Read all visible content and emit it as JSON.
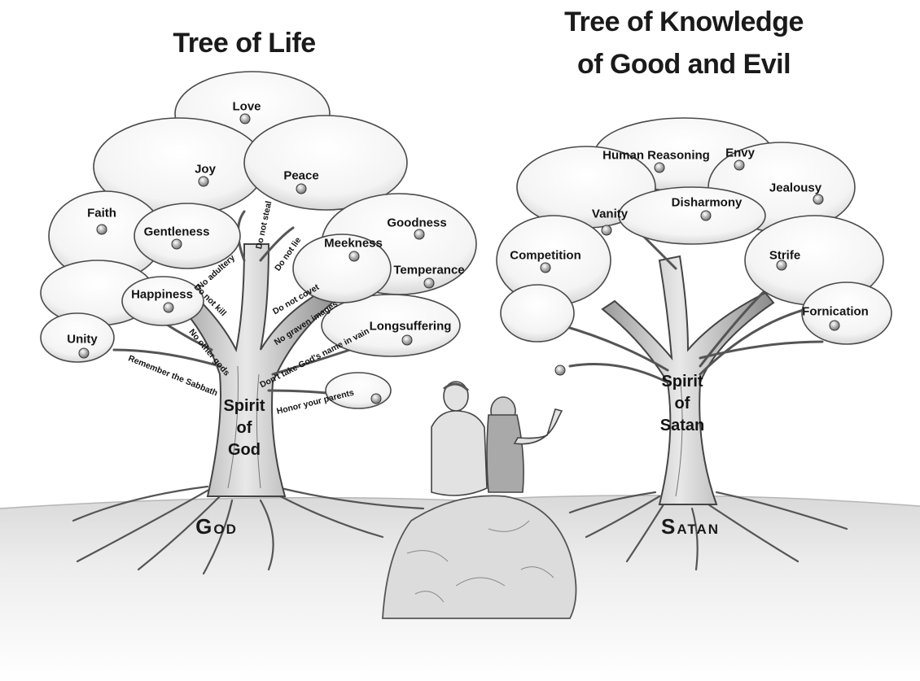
{
  "left_tree": {
    "title": "Tree of Life",
    "fruits": [
      "Love",
      "Joy",
      "Peace",
      "Faith",
      "Gentleness",
      "Goodness",
      "Meekness",
      "Temperance",
      "Happiness",
      "Unity",
      "Longsuffering"
    ],
    "commandments": [
      "Do not steal",
      "Do not lie",
      "No adultery",
      "Do not kill",
      "Do not covet",
      "No graven images",
      "No other gods",
      "Remember the Sabbath",
      "Don't take God's name in vain",
      "Honor your parents"
    ],
    "trunk_label": [
      "Spirit",
      "of",
      "God"
    ],
    "root_label": {
      "initial": "G",
      "rest": "OD"
    }
  },
  "right_tree": {
    "title_line1": "Tree of Knowledge",
    "title_line2": "of Good and Evil",
    "fruits": [
      "Human Reasoning",
      "Envy",
      "Jealousy",
      "Vanity",
      "Disharmony",
      "Competition",
      "Strife",
      "Fornication"
    ],
    "trunk_label": [
      "Spirit",
      "of",
      "Satan"
    ],
    "root_label": {
      "initial": "S",
      "rest": "ATAN"
    }
  }
}
